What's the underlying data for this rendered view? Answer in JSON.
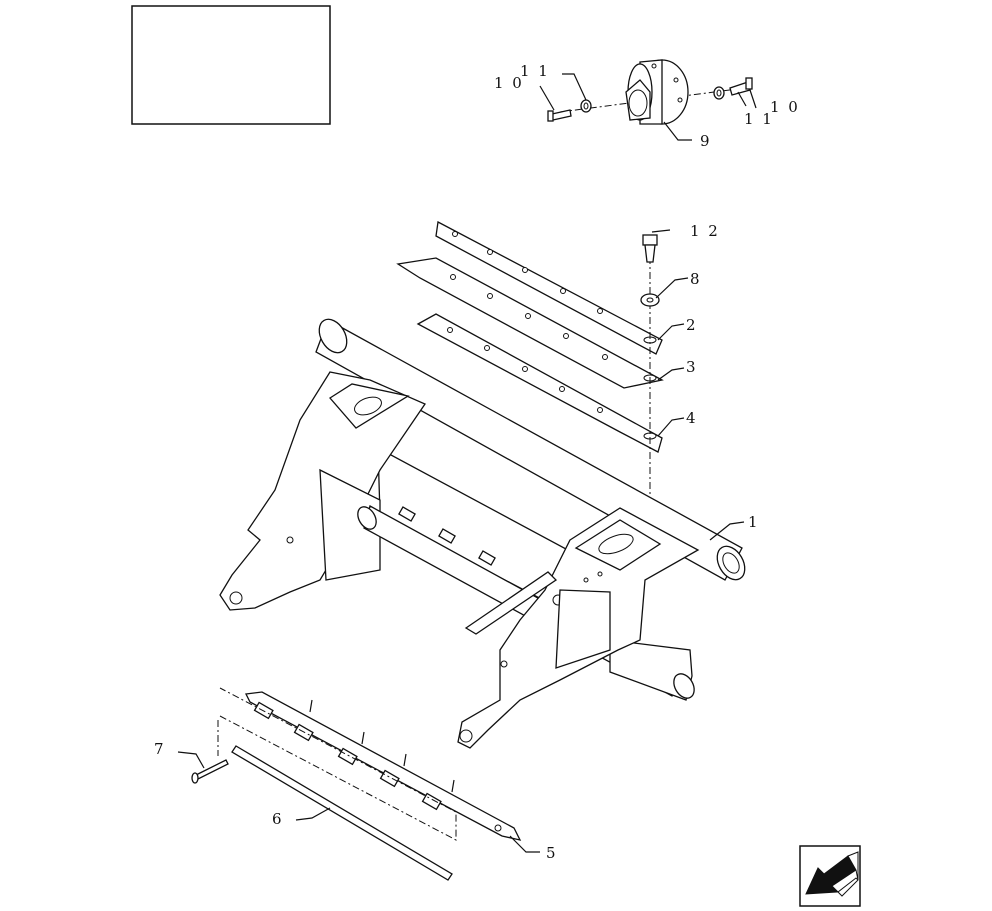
{
  "diagram": {
    "callouts": [
      {
        "id": "c1",
        "text": "1"
      },
      {
        "id": "c2",
        "text": "2"
      },
      {
        "id": "c3",
        "text": "3"
      },
      {
        "id": "c4",
        "text": "4"
      },
      {
        "id": "c5",
        "text": "5"
      },
      {
        "id": "c6",
        "text": "6"
      },
      {
        "id": "c7",
        "text": "7"
      },
      {
        "id": "c8",
        "text": "8"
      },
      {
        "id": "c9",
        "text": "9"
      },
      {
        "id": "c10a",
        "text": "1 0"
      },
      {
        "id": "c10b",
        "text": "1 0"
      },
      {
        "id": "c11a",
        "text": "1 1"
      },
      {
        "id": "c11b",
        "text": "1 1"
      },
      {
        "id": "c12",
        "text": "1 2"
      }
    ],
    "nav_icon": "arrow-back-icon"
  }
}
